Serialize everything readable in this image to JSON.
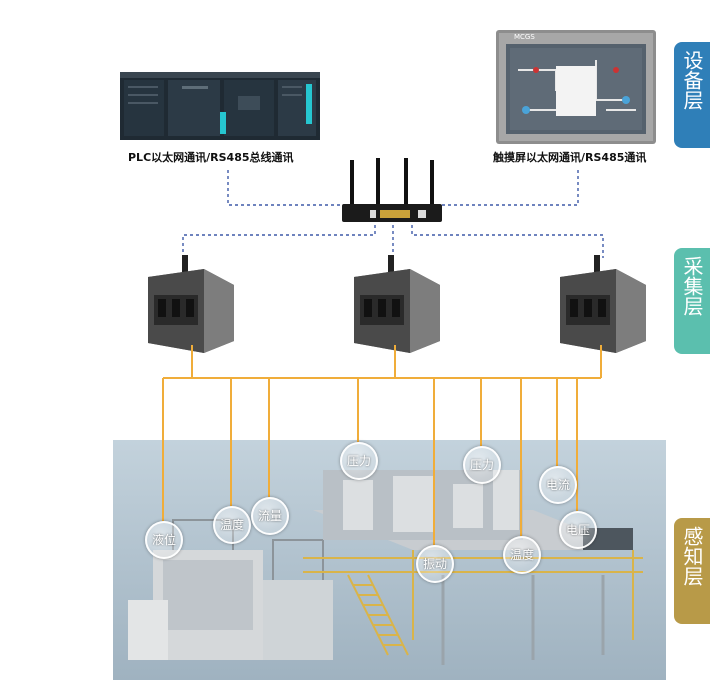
{
  "layers": {
    "device": {
      "label": "设备层",
      "color": "#2f7fb8"
    },
    "collection": {
      "label": "采集层",
      "color": "#5bbfae"
    },
    "sensing": {
      "label": "感知层",
      "color": "#b89a48"
    }
  },
  "devices": {
    "plc_caption": "PLC以太网通讯/RS485总线通讯",
    "hmi_caption": "触摸屏以太网通讯/RS485通讯",
    "hmi_brand": "MCGS"
  },
  "sensors": [
    {
      "label": "液位"
    },
    {
      "label": "温度"
    },
    {
      "label": "流量"
    },
    {
      "label": "压力"
    },
    {
      "label": "振动"
    },
    {
      "label": "压力"
    },
    {
      "label": "温度"
    },
    {
      "label": "电流"
    },
    {
      "label": "电压"
    }
  ],
  "colors": {
    "ethernet_line": "#3f5aa8",
    "bus_line": "#f0ad3a",
    "scene_bg": "#aebfcc"
  }
}
